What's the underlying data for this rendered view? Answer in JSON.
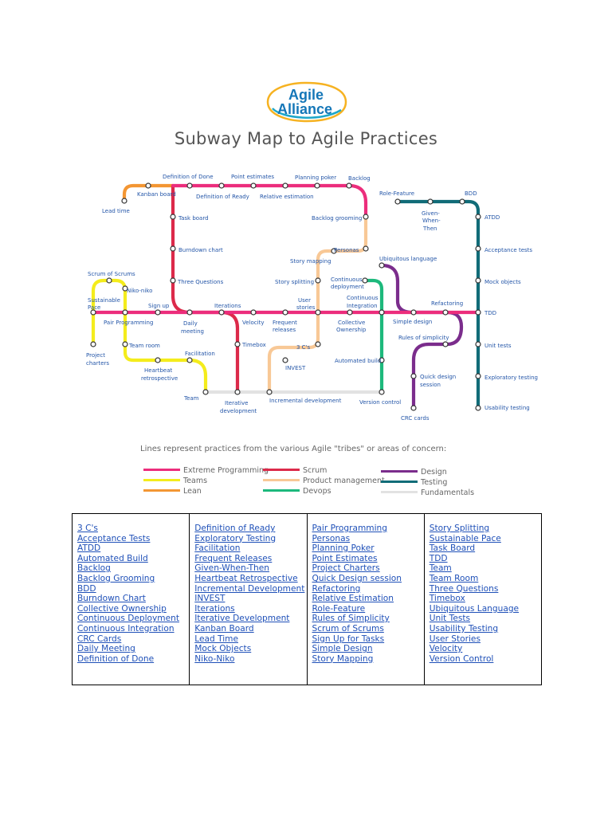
{
  "logo": {
    "line1": "Agile",
    "line2": "Alliance"
  },
  "title": "Subway Map to Agile Practices",
  "colors": {
    "xp": "#ec2d7c",
    "teams": "#f4ec1c",
    "lean": "#f39633",
    "scrum": "#dc2a4a",
    "product": "#f8c896",
    "devops": "#1db97c",
    "design": "#7b2d8c",
    "testing": "#116c78",
    "fundamentals": "#e2e2e2",
    "tag": "#2456a8"
  },
  "stations": {
    "definition_of_done": "Definition of Done",
    "point_estimates": "Point estimates",
    "planning_poker": "Planning poker",
    "backlog": "Backlog",
    "kanban_board": "Kanban board",
    "definition_of_ready": "Definition of Ready",
    "relative_estimation": "Relative estimation",
    "lead_time": "Lead time",
    "task_board": "Task board",
    "backlog_grooming": "Backlog grooming",
    "burndown_chart": "Burndown chart",
    "personas": "Personas",
    "story_mapping": "Story mapping",
    "scrum_of_scrums": "Scrum of Scrums",
    "niko_niko": "Niko-niko",
    "three_questions": "Three Questions",
    "story_splitting": "Story splitting",
    "continuous_deployment": [
      "Continuous",
      "deployment"
    ],
    "continuous_integration": [
      "Continuous",
      "Integration"
    ],
    "sustainable_pace": [
      "Sustainable",
      "Pace"
    ],
    "sign_up": "Sign up",
    "iterations": "Iterations",
    "user_stories": [
      "User",
      "stories"
    ],
    "pair_programming": "Pair Programming",
    "daily_meeting": [
      "Daily",
      "meeting"
    ],
    "velocity": "Velocity",
    "frequent_releases": [
      "Frequent",
      "releases"
    ],
    "collective_ownership": [
      "Collective",
      "Ownership"
    ],
    "simple_design": "Simple design",
    "refactoring": "Refactoring",
    "tdd": "TDD",
    "team_room": "Team room",
    "timebox": "Timebox",
    "three_cs": "3 C's",
    "rules_of_simplicity": "Rules of simplicity",
    "project_charters": [
      "Project",
      "charters"
    ],
    "facilitation": "Facilitation",
    "invest": "INVEST",
    "automated_build": "Automated build",
    "heartbeat_retrospective": [
      "Heartbeat",
      "retrospective"
    ],
    "quick_design_session": [
      "Quick design",
      "session"
    ],
    "team": "Team",
    "iterative_development": [
      "Iterative",
      "development"
    ],
    "incremental_development": "Incremental development",
    "version_control": "Version control",
    "crc_cards": "CRC cards",
    "role_feature": "Role-Feature",
    "bdd": "BDD",
    "given_when_then": [
      "Given-",
      "When-",
      "Then"
    ],
    "atdd": "ATDD",
    "acceptance_tests": "Acceptance tests",
    "ubiquitous_language": "Ubiquitous language",
    "mock_objects": "Mock objects",
    "unit_tests": "Unit tests",
    "exploratory_testing": "Exploratory testing",
    "usability_testing": "Usability testing"
  },
  "legend": {
    "title": "Lines represent practices from the various Agile \"tribes\" or areas of concern:",
    "items": [
      {
        "label": "Extreme Programming",
        "color": "#ec2d7c"
      },
      {
        "label": "Teams",
        "color": "#f4ec1c"
      },
      {
        "label": "Lean",
        "color": "#f39633"
      },
      {
        "label": "Scrum",
        "color": "#dc2a4a"
      },
      {
        "label": "Product management",
        "color": "#f8c896"
      },
      {
        "label": "Devops",
        "color": "#1db97c"
      },
      {
        "label": "Design",
        "color": "#7b2d8c"
      },
      {
        "label": "Testing",
        "color": "#116c78"
      },
      {
        "label": "Fundamentals",
        "color": "#e2e2e2"
      }
    ]
  },
  "index_columns": [
    [
      "3 C's",
      "Acceptance Tests",
      "ATDD",
      "Automated Build",
      "Backlog",
      "Backlog Grooming",
      "BDD",
      "Burndown Chart",
      "Collective Ownership",
      "Continuous Deployment",
      "Continuous Integration",
      "CRC Cards",
      "Daily Meeting",
      "Definition of Done"
    ],
    [
      "Definition of Ready",
      "Exploratory Testing",
      "Facilitation",
      "Frequent Releases",
      "Given-When-Then",
      "Heartbeat Retrospective",
      "Incremental Development",
      "INVEST",
      "Iterations",
      "Iterative Development",
      "Kanban Board",
      "Lead Time",
      "Mock Objects",
      "Niko-Niko"
    ],
    [
      "Pair Programming",
      "Personas",
      "Planning Poker",
      "Point Estimates",
      "Project Charters",
      "Quick Design session",
      "Refactoring",
      "Relative Estimation",
      "Role-Feature",
      "Rules of Simplicity",
      "Scrum of Scrums",
      "Sign Up for Tasks",
      "Simple Design",
      "Story Mapping"
    ],
    [
      "Story Splitting",
      "Sustainable Pace",
      "Task Board",
      "TDD",
      "Team",
      "Team Room",
      "Three Questions",
      "Timebox",
      "Ubiquitous Language",
      "Unit Tests",
      "Usability Testing",
      "User Stories",
      "Velocity",
      "Version Control"
    ]
  ]
}
